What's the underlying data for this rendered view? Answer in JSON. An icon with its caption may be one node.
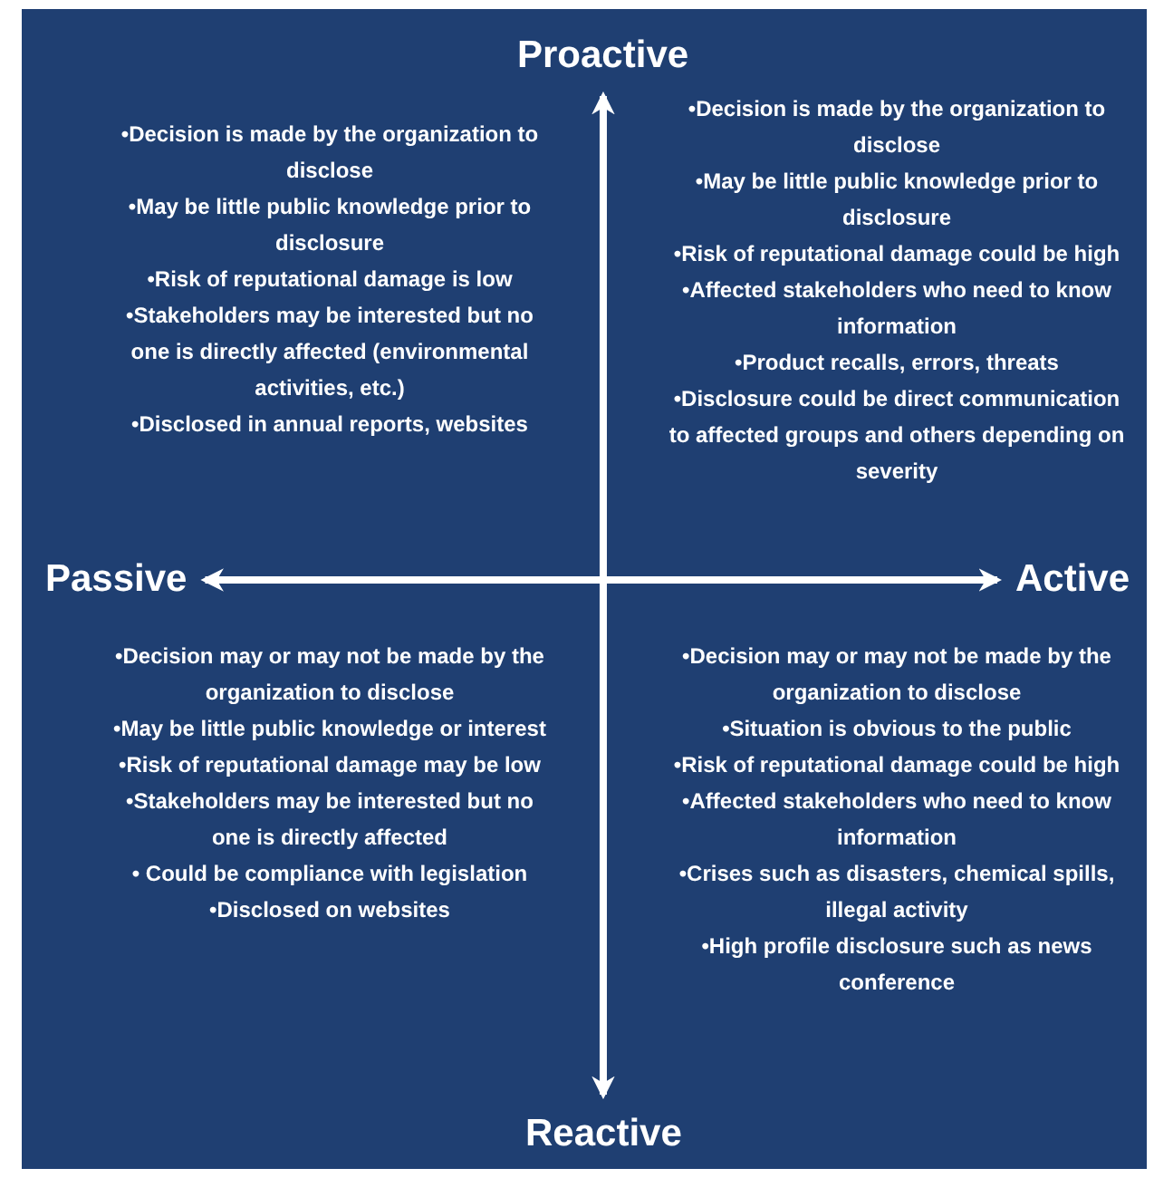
{
  "diagram": {
    "nodes": [
      {
        "text": [
          "Proactive"
        ]
      },
      {
        "text": [
          "Passive"
        ]
      },
      {
        "text": [
          "Active"
        ]
      },
      {
        "text": [
          "Reactive"
        ]
      }
    ],
    "edges": [
      {
        "from": 0,
        "to": 3,
        "arrow": "both"
      },
      {
        "from": 1,
        "to": 2,
        "arrow": "both"
      }
    ],
    "labels": [
      "•Decision is made by the organization to disclose",
      "•May be little public knowledge prior to disclosure",
      "•Risk of reputational damage is low",
      "•Stakeholders  may be interested but no one is directly affected (environmental activities, etc.)",
      "•Disclosed in annual reports, websites",
      "•Decision is made by the organization to disclose",
      "•May be little public knowledge prior to disclosure",
      "•Risk of reputational damage could be high",
      "•Affected stakeholders who need to know information",
      "•Product recalls, errors, threats",
      "•Disclosure could be direct communication to affected groups and others depending on severity",
      "•Decision may or may not be made by the organization to disclose",
      "•May be little public knowledge  or interest",
      "•Risk of reputational damage may be low",
      "•Stakeholders may be interested but no one is directly affected",
      "• Could be compliance with legislation",
      "•Disclosed on websites",
      "•Decision may or may not be made by the organization to disclose",
      "•Situation is obvious to the public",
      "•Risk of reputational damage could be high",
      "•Affected stakeholders who need to know information",
      "•Crises such as disasters,  chemical spills, illegal activity",
      "•High profile disclosure such as news conference"
    ]
  }
}
